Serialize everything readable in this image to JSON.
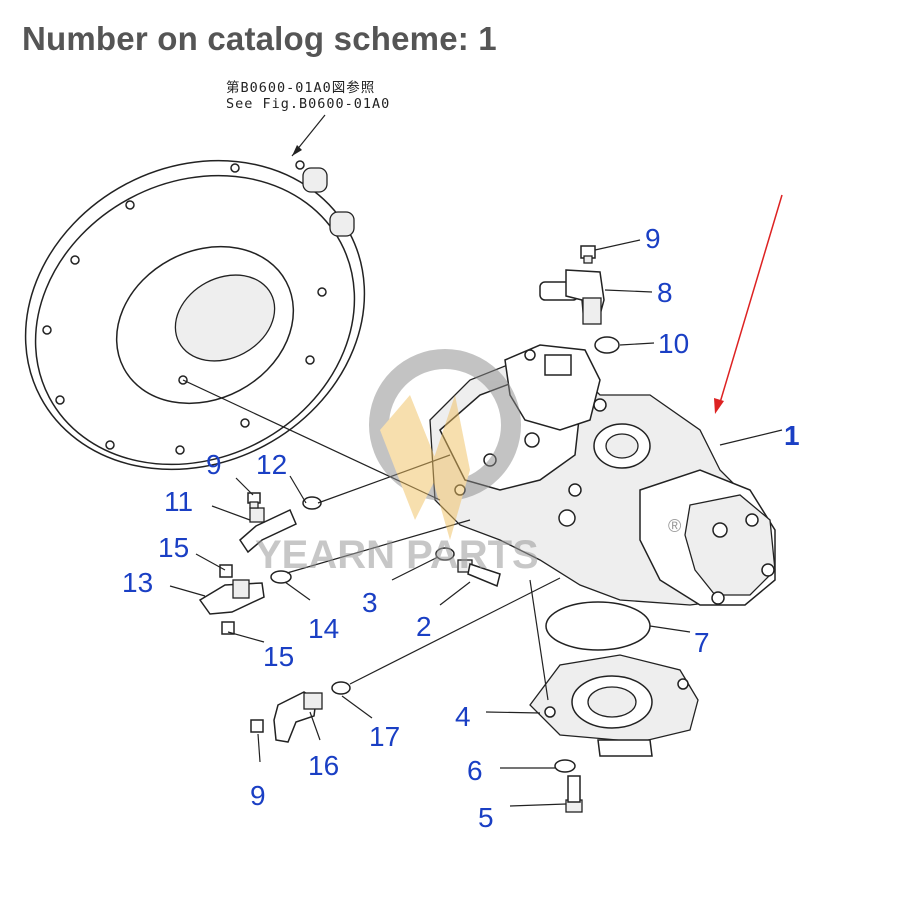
{
  "header": {
    "title": "Number on catalog scheme: 1"
  },
  "reference": {
    "line1": "第B0600-01A0図参照",
    "line2": "See Fig.B0600-01A0"
  },
  "watermark": {
    "brand": "YEARN PARTS",
    "registered": "®"
  },
  "callouts": [
    "1",
    "2",
    "3",
    "4",
    "5",
    "6",
    "7",
    "8",
    "9",
    "9",
    "9",
    "10",
    "11",
    "12",
    "13",
    "14",
    "15",
    "15",
    "16",
    "17"
  ],
  "colors": {
    "label": "#1a3fc4",
    "arrow": "#dd2222",
    "title": "#555555"
  }
}
